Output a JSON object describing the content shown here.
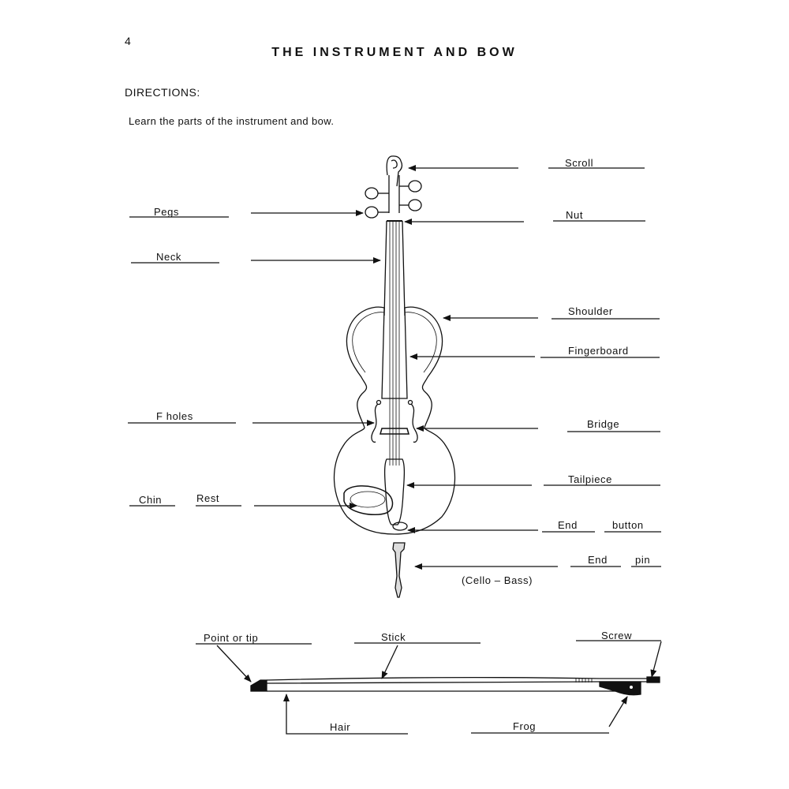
{
  "page_number": "4",
  "title": "THE INSTRUMENT AND BOW",
  "directions_label": "DIRECTIONS:",
  "instruction": "Learn the parts of the instrument and bow.",
  "labels": {
    "scroll": "Scroll",
    "pegs": "Pegs",
    "nut": "Nut",
    "neck": "Neck",
    "shoulder": "Shoulder",
    "fingerboard": "Fingerboard",
    "f_holes": "F holes",
    "bridge": "Bridge",
    "tailpiece": "Tailpiece",
    "chin": "Chin",
    "rest": "Rest",
    "end_button_1": "End",
    "end_button_2": "button",
    "end_pin_1": "End",
    "end_pin_2": "pin",
    "end_pin_note": "(Cello – Bass)",
    "point_or_tip": "Point or tip",
    "stick": "Stick",
    "screw": "Screw",
    "hair": "Hair",
    "frog": "Frog"
  }
}
